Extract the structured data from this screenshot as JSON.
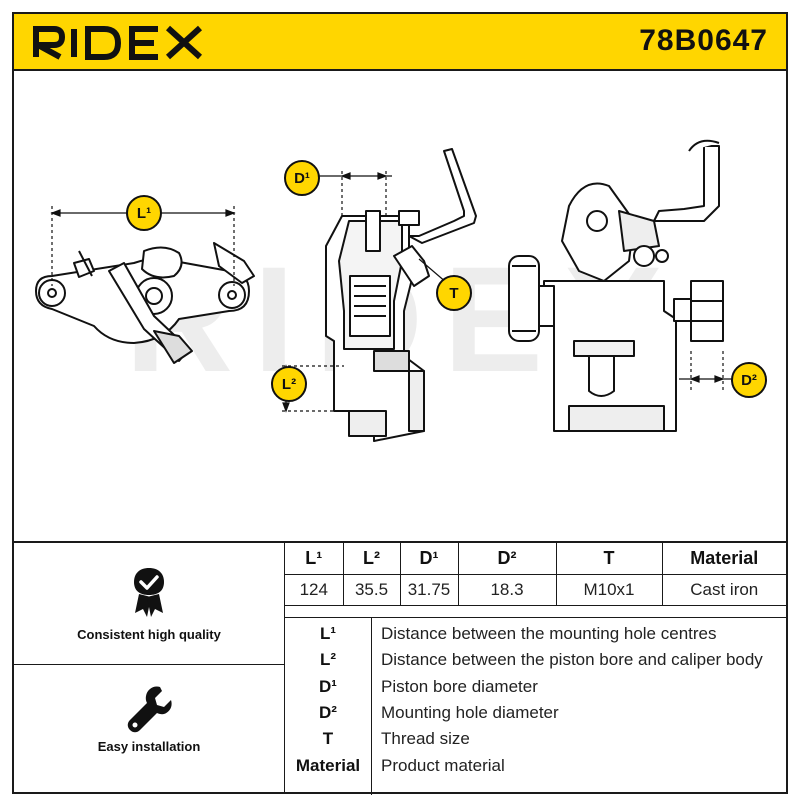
{
  "header": {
    "brand": "RIDEX",
    "part_number": "78B0647",
    "brand_color": "#ffd600"
  },
  "drawing": {
    "watermark": "RIDEX",
    "callouts": {
      "L1": "L¹",
      "L2": "L²",
      "D1": "D¹",
      "D2": "D²",
      "T": "T"
    },
    "callout_color": "#ffd600"
  },
  "features": [
    {
      "icon": "shield-check-icon",
      "label": "Consistent high quality"
    },
    {
      "icon": "wrench-icon",
      "label": "Easy installation"
    }
  ],
  "spec_table": {
    "headers": [
      "L¹",
      "L²",
      "D¹",
      "D²",
      "T",
      "Material"
    ],
    "values": [
      "124",
      "35.5",
      "31.75",
      "18.3",
      "M10x1",
      "Cast iron"
    ]
  },
  "legend": [
    {
      "symbol": "L¹",
      "description": "Distance between the mounting hole centres"
    },
    {
      "symbol": "L²",
      "description": "Distance between the piston bore and caliper body"
    },
    {
      "symbol": "D¹",
      "description": "Piston bore diameter"
    },
    {
      "symbol": "D²",
      "description": "Mounting hole diameter"
    },
    {
      "symbol": "T",
      "description": "Thread size"
    },
    {
      "symbol": "Material",
      "description": "Product material"
    }
  ]
}
